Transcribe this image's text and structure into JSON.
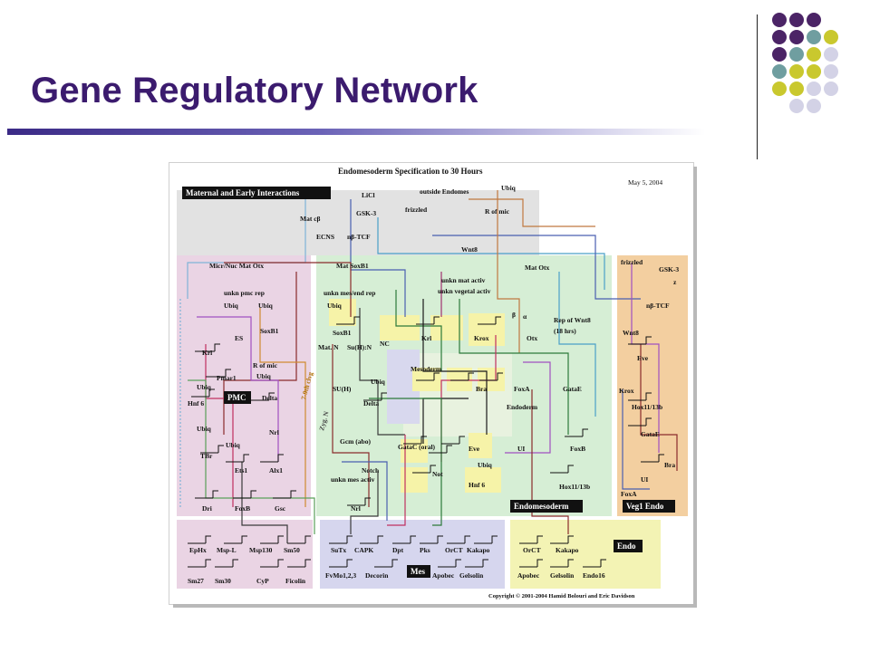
{
  "slide": {
    "title": "Gene Regulatory Network"
  },
  "theme_dots": {
    "colors": [
      "#4b2466",
      "#6f9ea0",
      "#c9c82e",
      "#d3d2e6"
    ],
    "rows": [
      [
        0,
        0,
        0,
        null
      ],
      [
        0,
        0,
        1,
        2
      ],
      [
        0,
        1,
        2,
        3
      ],
      [
        1,
        2,
        2,
        3
      ],
      [
        2,
        2,
        3,
        3
      ],
      [
        null,
        3,
        3,
        null
      ]
    ]
  },
  "diagram": {
    "title": "Endomesoderm Specification to 30 Hours",
    "date": "May 5, 2004",
    "copyright": "Copyright © 2001-2004 Hamid Bolouri and Eric Davidson",
    "region_labels": {
      "maternal": "Maternal and Early Interactions",
      "pmc": "PMC",
      "mesoderm": "Mesoderm",
      "endoderm": "Endoderm",
      "endomesoderm": "Endomesoderm",
      "veg1": "Veg1 Endo",
      "mes": "Mes",
      "endo": "Endo"
    },
    "genes": [
      {
        "id": "licl",
        "text": "LiCl"
      },
      {
        "id": "gsk3",
        "text": "GSK-3"
      },
      {
        "id": "outside",
        "text": "outside Endomes"
      },
      {
        "id": "ubiq_top",
        "text": "Ubiq"
      },
      {
        "id": "frizzled",
        "text": "frizzled"
      },
      {
        "id": "rofmic",
        "text": "R of mic"
      },
      {
        "id": "matcb",
        "text": "Mat cβ"
      },
      {
        "id": "ecns",
        "text": "ECNS"
      },
      {
        "id": "ntcf",
        "text": "nβ-TCF"
      },
      {
        "id": "wnt8",
        "text": "Wnt8"
      },
      {
        "id": "micrnuc",
        "text": "Micr/Nuc Mat Otx"
      },
      {
        "id": "matsoxb1",
        "text": "Mat SoxB1"
      },
      {
        "id": "matotx",
        "text": "Mat Otx"
      },
      {
        "id": "unknpmc",
        "text": "unkn pmc rep"
      },
      {
        "id": "unknmes",
        "text": "unkn mes/end rep"
      },
      {
        "id": "unknmat",
        "text": "unkn mat activ"
      },
      {
        "id": "unknveg",
        "text": "unkn vegetal activ"
      },
      {
        "id": "ubiq1",
        "text": "Ubiq"
      },
      {
        "id": "ubiq2",
        "text": "Ubiq"
      },
      {
        "id": "es",
        "text": "ES"
      },
      {
        "id": "soxb1a",
        "text": "SoxB1"
      },
      {
        "id": "krl1",
        "text": "Krl"
      },
      {
        "id": "rofmic2",
        "text": "R of mic"
      },
      {
        "id": "pmar1",
        "text": "Pmar1"
      },
      {
        "id": "ubiq3",
        "text": "Ubiq"
      },
      {
        "id": "ubiq4",
        "text": "Ubiq"
      },
      {
        "id": "hnf6",
        "text": "Hnf 6"
      },
      {
        "id": "delta1",
        "text": "Delta"
      },
      {
        "id": "ubiq5",
        "text": "Ubiq"
      },
      {
        "id": "nrl1",
        "text": "Nrl"
      },
      {
        "id": "tbr",
        "text": "TBr"
      },
      {
        "id": "ubiq6",
        "text": "Ubiq"
      },
      {
        "id": "ets1",
        "text": "Ets1"
      },
      {
        "id": "alx1",
        "text": "Alx1"
      },
      {
        "id": "dri",
        "text": "Dri"
      },
      {
        "id": "foxb1",
        "text": "FoxB"
      },
      {
        "id": "gsc",
        "text": "Gsc"
      },
      {
        "id": "ubiq7",
        "text": "Ubiq"
      },
      {
        "id": "soxb1b",
        "text": "SoxB1"
      },
      {
        "id": "matn",
        "text": "Mat. N"
      },
      {
        "id": "suhn",
        "text": "Su(H):N"
      },
      {
        "id": "nc",
        "text": "NC"
      },
      {
        "id": "clvg",
        "text": "7-9th clvg"
      },
      {
        "id": "suh",
        "text": "SU(H)"
      },
      {
        "id": "ubiq8",
        "text": "Ubiq"
      },
      {
        "id": "delta2",
        "text": "Delta"
      },
      {
        "id": "zygn",
        "text": "Zyg. N"
      },
      {
        "id": "gcm",
        "text": "Gcm (abo)"
      },
      {
        "id": "notch",
        "text": "Notch"
      },
      {
        "id": "unknmesact",
        "text": "unkn mes activ"
      },
      {
        "id": "nrl2",
        "text": "Nrl"
      },
      {
        "id": "gatac",
        "text": "GataC (oral)"
      },
      {
        "id": "not",
        "text": "Not"
      },
      {
        "id": "krl2",
        "text": "Krl"
      },
      {
        "id": "krox1",
        "text": "Krox"
      },
      {
        "id": "beta",
        "text": "β"
      },
      {
        "id": "alpha",
        "text": "α"
      },
      {
        "id": "otx",
        "text": "Otx"
      },
      {
        "id": "repwnt8",
        "text": "Rep of Wnt8"
      },
      {
        "id": "hrs",
        "text": "(18 hrs)"
      },
      {
        "id": "bra1",
        "text": "Bra"
      },
      {
        "id": "foxa1",
        "text": "FoxA"
      },
      {
        "id": "gatae1",
        "text": "GataE"
      },
      {
        "id": "eve1",
        "text": "Eve"
      },
      {
        "id": "ui1",
        "text": "UI"
      },
      {
        "id": "foxb2",
        "text": "FoxB"
      },
      {
        "id": "ubiq9",
        "text": "Ubiq"
      },
      {
        "id": "hnf6b",
        "text": "Hnf 6"
      },
      {
        "id": "hox1",
        "text": "Hox11/13b"
      },
      {
        "id": "frizzled2",
        "text": "frizzled"
      },
      {
        "id": "gsk3b",
        "text": "GSK-3"
      },
      {
        "id": "z",
        "text": "z"
      },
      {
        "id": "ntcf2",
        "text": "nβ-TCF"
      },
      {
        "id": "wnt8b",
        "text": "Wnt8"
      },
      {
        "id": "eve2",
        "text": "Eve"
      },
      {
        "id": "krox2",
        "text": "Krox"
      },
      {
        "id": "hox2",
        "text": "Hox11/13b"
      },
      {
        "id": "gatae2",
        "text": "GataE"
      },
      {
        "id": "bra2",
        "text": "Bra"
      },
      {
        "id": "ui2",
        "text": "UI"
      },
      {
        "id": "foxa2",
        "text": "FoxA"
      },
      {
        "id": "ephx",
        "text": "EpHx"
      },
      {
        "id": "mspl",
        "text": "Msp-L"
      },
      {
        "id": "msp130",
        "text": "Msp130"
      },
      {
        "id": "sm50",
        "text": "Sm50"
      },
      {
        "id": "sm27",
        "text": "Sm27"
      },
      {
        "id": "sm30",
        "text": "Sm30"
      },
      {
        "id": "cyp",
        "text": "CyP"
      },
      {
        "id": "ficolin",
        "text": "Ficolin"
      },
      {
        "id": "sutx",
        "text": "SuTx"
      },
      {
        "id": "capk",
        "text": "CAPK"
      },
      {
        "id": "dpt",
        "text": "Dpt"
      },
      {
        "id": "pks",
        "text": "Pks"
      },
      {
        "id": "orct1",
        "text": "OrCT"
      },
      {
        "id": "kakapo1",
        "text": "Kakapo"
      },
      {
        "id": "fvmo",
        "text": "FvMo1,2,3"
      },
      {
        "id": "decorin",
        "text": "Decorin"
      },
      {
        "id": "apobec1",
        "text": "Apobec"
      },
      {
        "id": "gelsolin1",
        "text": "Gelsolin"
      },
      {
        "id": "orct2",
        "text": "OrCT"
      },
      {
        "id": "kakapo2",
        "text": "Kakapo"
      },
      {
        "id": "apobec2",
        "text": "Apobec"
      },
      {
        "id": "gelsolin2",
        "text": "Gelsolin"
      },
      {
        "id": "endo16",
        "text": "Endo16"
      }
    ]
  }
}
